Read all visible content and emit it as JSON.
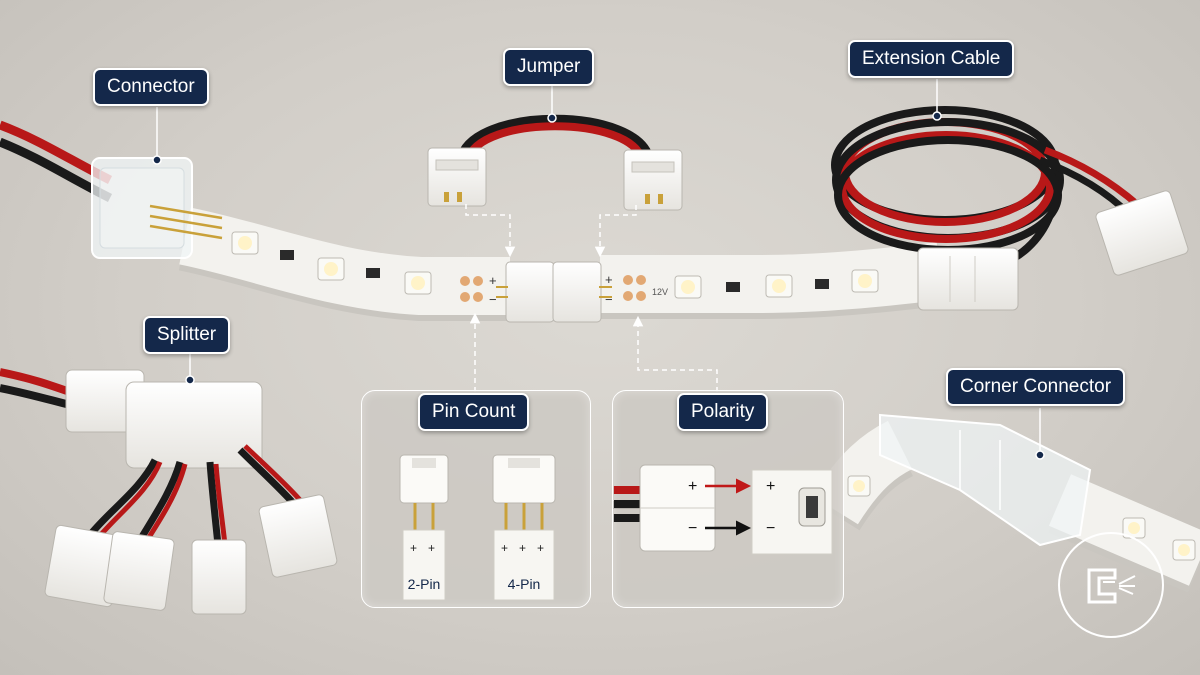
{
  "labels": {
    "connector": "Connector",
    "jumper": "Jumper",
    "extension_cable": "Extension Cable",
    "splitter": "Splitter",
    "pin_count": "Pin Count",
    "polarity": "Polarity",
    "corner_connector": "Corner Connector"
  },
  "pin_count": {
    "two_pin": "2-Pin",
    "four_pin": "4-Pin"
  },
  "polarity_marks": {
    "plus": "+",
    "minus": "−"
  },
  "strip_marks": {
    "segment_label": "12V",
    "plus": "+",
    "minus": "−"
  },
  "colors": {
    "label_bg": "#14284a",
    "wire_red": "#b81818",
    "wire_black": "#1a1a1a",
    "strip": "#f3f2ee",
    "pad": "#e2a873",
    "led": "#fff3c8",
    "clear_housing": "#e8eef0"
  },
  "icons": [
    "logo-icon",
    "arrow-icon"
  ]
}
